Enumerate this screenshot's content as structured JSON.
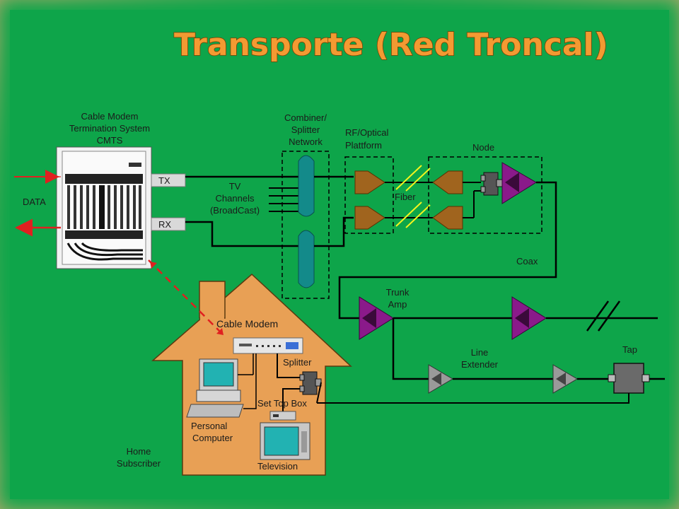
{
  "title": "Transporte (Red Troncal)",
  "labels": {
    "cmts_line1": "Cable Modem",
    "cmts_line2": "Termination System",
    "cmts_line3": "CMTS",
    "data": "DATA",
    "tx": "TX",
    "rx": "RX",
    "tv_line1": "TV",
    "tv_line2": "Channels",
    "tv_line3": "(BroadCast)",
    "combiner_line1": "Combiner/",
    "combiner_line2": "Splitter",
    "combiner_line3": "Network",
    "rf_line1": "RF/Optical",
    "rf_line2": "Plattform",
    "fiber": "Fiber",
    "node": "Node",
    "coax": "Coax",
    "trunk_line1": "Trunk",
    "trunk_line2": "Amp",
    "line_ext_line1": "Line",
    "line_ext_line2": "Extender",
    "tap": "Tap",
    "cable_modem": "Cable Modem",
    "splitter": "Splitter",
    "set_top_box": "Set Top  Box",
    "pc_line1": "Personal",
    "pc_line2": "Computer",
    "television": "Television",
    "home_line1": "Home",
    "home_line2": "Subscriber"
  },
  "colors": {
    "background": "#0ea54a",
    "title": "#f39a32",
    "house": "#e8a055",
    "amplifier": "#8a1a8a",
    "optical": "#a0641e",
    "splitter_tube": "#138a8a",
    "fiber_signal": "#f5f51e",
    "data_arrow": "#e02020"
  }
}
